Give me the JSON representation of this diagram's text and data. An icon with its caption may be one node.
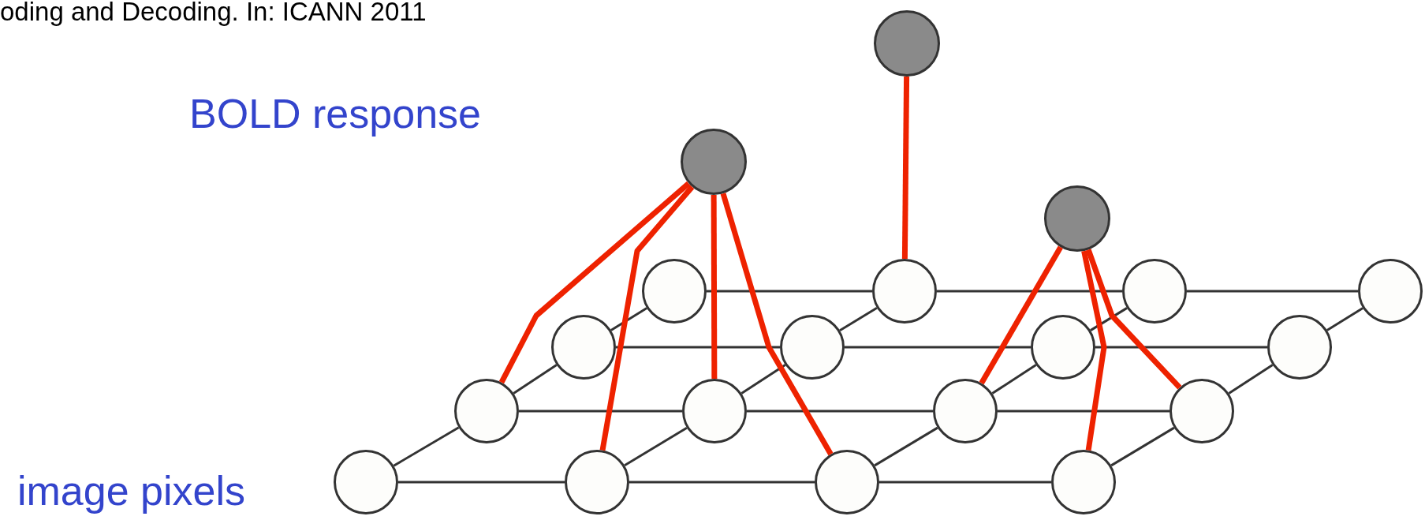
{
  "diagram": {
    "nodes": [
      {
        "text": [],
        "shape": "circle"
      },
      {
        "text": [],
        "shape": "circle"
      },
      {
        "text": [],
        "shape": "circle"
      },
      {
        "text": [],
        "shape": "circle"
      },
      {
        "text": [],
        "shape": "circle"
      },
      {
        "text": [],
        "shape": "circle"
      },
      {
        "text": [],
        "shape": "circle"
      },
      {
        "text": [],
        "shape": "circle"
      },
      {
        "text": [],
        "shape": "circle"
      },
      {
        "text": [],
        "shape": "circle"
      },
      {
        "text": [],
        "shape": "circle"
      },
      {
        "text": [],
        "shape": "circle"
      },
      {
        "text": [],
        "shape": "circle"
      },
      {
        "text": [],
        "shape": "circle"
      },
      {
        "text": [],
        "shape": "circle"
      },
      {
        "text": [],
        "shape": "circle"
      },
      {
        "text": [],
        "shape": "circle"
      },
      {
        "text": [],
        "shape": "circle"
      },
      {
        "text": [],
        "shape": "circle"
      }
    ],
    "edges": [
      {
        "from": 1,
        "to": 11,
        "arrow": "none",
        "color": "#ee2200",
        "style": "thick"
      },
      {
        "from": 1,
        "to": 16,
        "arrow": "none",
        "color": "#ee2200",
        "style": "thick"
      },
      {
        "from": 1,
        "to": 12,
        "arrow": "none",
        "color": "#ee2200",
        "style": "thick"
      },
      {
        "from": 1,
        "to": 17,
        "arrow": "none",
        "color": "#ee2200",
        "style": "thick"
      },
      {
        "from": 0,
        "to": 4,
        "arrow": "none",
        "color": "#ee2200",
        "style": "thick"
      },
      {
        "from": 2,
        "to": 13,
        "arrow": "none",
        "color": "#ee2200",
        "style": "thick"
      },
      {
        "from": 2,
        "to": 18,
        "arrow": "none",
        "color": "#ee2200",
        "style": "thick"
      },
      {
        "from": 2,
        "to": 14,
        "arrow": "none",
        "color": "#ee2200",
        "style": "thick"
      },
      {
        "from": 3,
        "to": 4,
        "arrow": "none"
      },
      {
        "from": 4,
        "to": 5,
        "arrow": "none"
      },
      {
        "from": 5,
        "to": 6,
        "arrow": "none"
      },
      {
        "from": 7,
        "to": 8,
        "arrow": "none"
      },
      {
        "from": 8,
        "to": 9,
        "arrow": "none"
      },
      {
        "from": 9,
        "to": 10,
        "arrow": "none"
      },
      {
        "from": 11,
        "to": 12,
        "arrow": "none"
      },
      {
        "from": 12,
        "to": 13,
        "arrow": "none"
      },
      {
        "from": 13,
        "to": 14,
        "arrow": "none"
      },
      {
        "from": 15,
        "to": 16,
        "arrow": "none"
      },
      {
        "from": 16,
        "to": 17,
        "arrow": "none"
      },
      {
        "from": 17,
        "to": 18,
        "arrow": "none"
      },
      {
        "from": 15,
        "to": 11,
        "arrow": "none"
      },
      {
        "from": 11,
        "to": 7,
        "arrow": "none"
      },
      {
        "from": 7,
        "to": 3,
        "arrow": "none"
      },
      {
        "from": 16,
        "to": 12,
        "arrow": "none"
      },
      {
        "from": 12,
        "to": 8,
        "arrow": "none"
      },
      {
        "from": 8,
        "to": 4,
        "arrow": "none"
      },
      {
        "from": 17,
        "to": 13,
        "arrow": "none"
      },
      {
        "from": 13,
        "to": 9,
        "arrow": "none"
      },
      {
        "from": 9,
        "to": 5,
        "arrow": "none"
      },
      {
        "from": 18,
        "to": 14,
        "arrow": "none"
      },
      {
        "from": 14,
        "to": 10,
        "arrow": "none"
      },
      {
        "from": 10,
        "to": 6,
        "arrow": "none"
      }
    ],
    "labels": [
      "oding and Decoding. In: ICANN 2011",
      "BOLD response",
      "image pixels"
    ]
  }
}
